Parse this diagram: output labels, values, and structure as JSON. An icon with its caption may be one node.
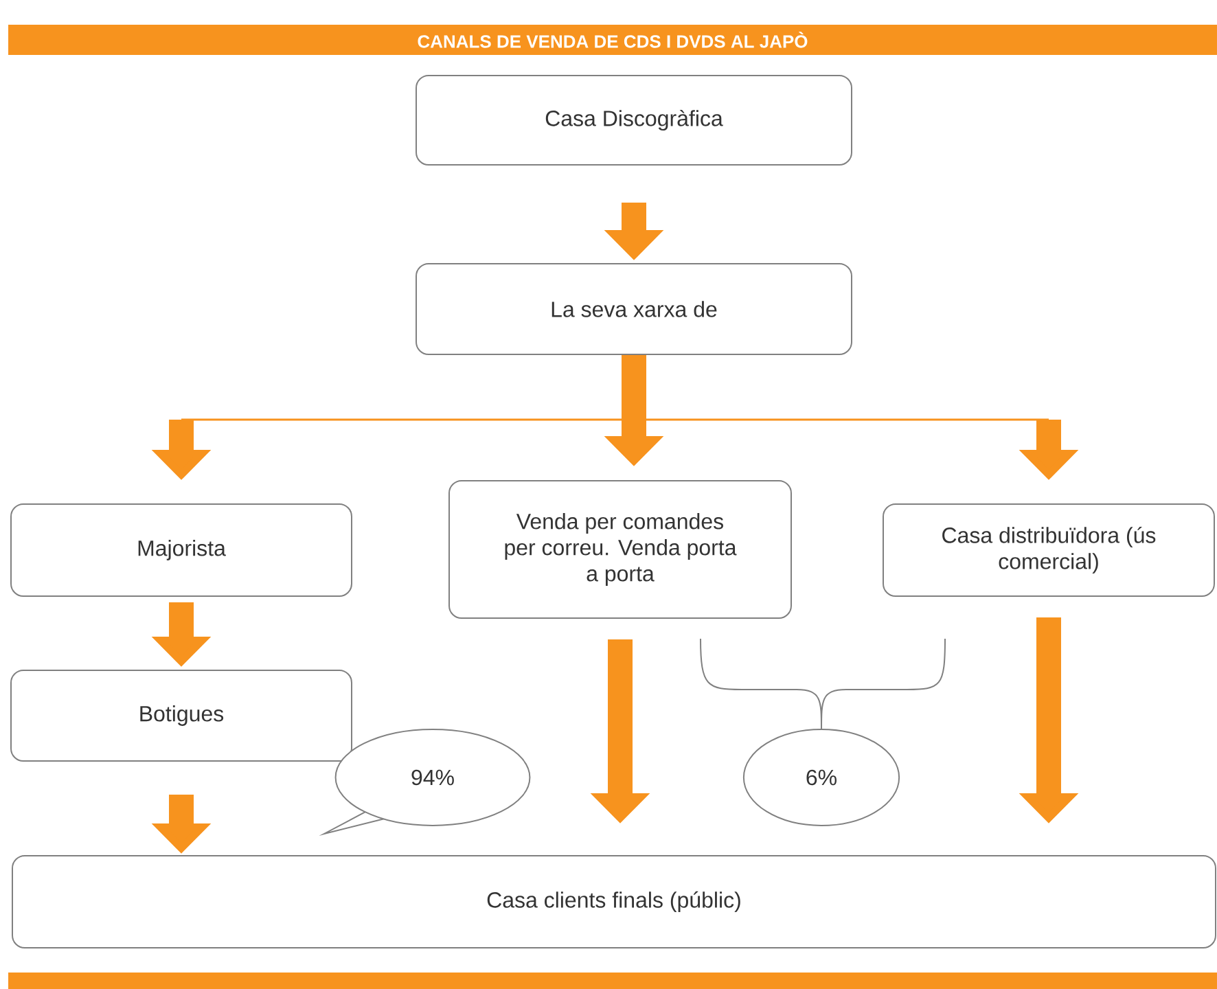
{
  "diagram": {
    "title": "CANALS DE VENDA DE CDS I DVDS AL JAPÒ",
    "nodes": [
      {
        "text": [
          "Casa Discogràfica"
        ]
      },
      {
        "text": [
          "La seva xarxa de"
        ]
      },
      {
        "text": [
          "Majorista"
        ]
      },
      {
        "text": [
          "Venda per comandes per correu. Venda porta a porta"
        ]
      },
      {
        "text": [
          "Casa distribuïdora (ús comercial)"
        ]
      },
      {
        "text": [
          "Botigues"
        ]
      },
      {
        "text": [
          "94%"
        ]
      },
      {
        "text": [
          "6%"
        ]
      },
      {
        "text": [
          "Casa clients finals (públic)"
        ]
      }
    ],
    "edges": [
      {
        "from": 0,
        "to": 1,
        "arrow": "to"
      },
      {
        "from": 1,
        "to": 2,
        "arrow": "to"
      },
      {
        "from": 1,
        "to": 3,
        "arrow": "to"
      },
      {
        "from": 1,
        "to": 4,
        "arrow": "to"
      },
      {
        "from": 2,
        "to": 5,
        "arrow": "to"
      },
      {
        "from": 5,
        "to": 8,
        "arrow": "to"
      },
      {
        "from": 3,
        "to": 8,
        "arrow": "to"
      },
      {
        "from": 4,
        "to": 8,
        "arrow": "to"
      }
    ]
  }
}
